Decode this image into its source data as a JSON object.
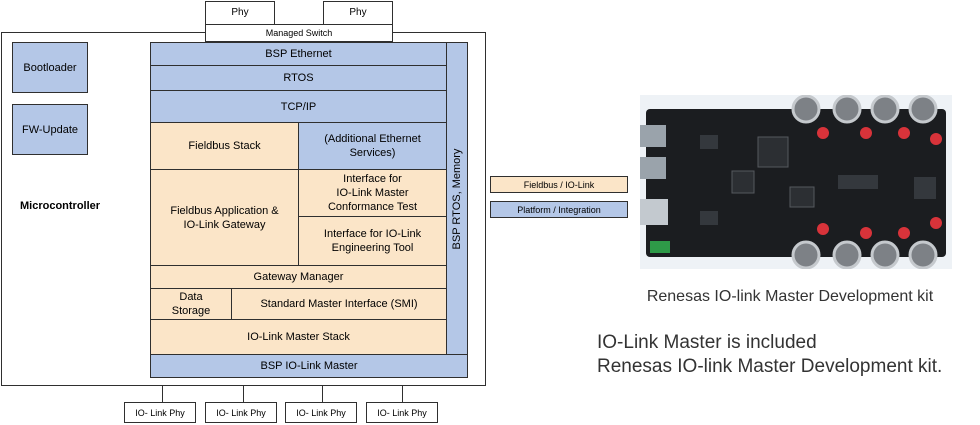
{
  "diagram": {
    "phy_left": "Phy",
    "phy_right": "Phy",
    "managed_switch": "Managed Switch",
    "bootloader": "Bootloader",
    "fw_update": "FW-Update",
    "microcontroller": "Microcontroller",
    "bsp_ethernet": "BSP Ethernet",
    "rtos": "RTOS",
    "tcpip": "TCP/IP",
    "fieldbus_stack": "Fieldbus Stack",
    "additional_ethernet": "(Additional Ethernet\nServices)",
    "fieldbus_application": "Fieldbus Application &\nIO-Link Gateway",
    "interface_conformance": "Interface for\nIO-Link Master\nConformance Test",
    "interface_engineering": "Interface for IO-Link\nEngineering Tool",
    "gateway_manager": "Gateway Manager",
    "data_storage": "Data\nStorage",
    "smi": "Standard Master Interface (SMI)",
    "iolink_master_stack": "IO-Link Master Stack",
    "bsp_iolink_master": "BSP IO-Link Master",
    "bsp_rtos_memory": "BSP RTOS, Memory",
    "iolink_phys": [
      "IO- Link Phy",
      "IO- Link Phy",
      "IO- Link Phy",
      "IO- Link Phy"
    ]
  },
  "legend": {
    "fieldbus_iolink": "Fieldbus / IO-Link",
    "platform_integration": "Platform / Integration",
    "colors": {
      "fieldbus_iolink": "#fbe5c8",
      "platform_integration": "#b4c7e7"
    }
  },
  "board": {
    "caption": "Renesas IO-link Master Development kit",
    "note_line1": "IO-Link Master is included",
    "note_line2": "Renesas IO-link Master Development kit."
  }
}
